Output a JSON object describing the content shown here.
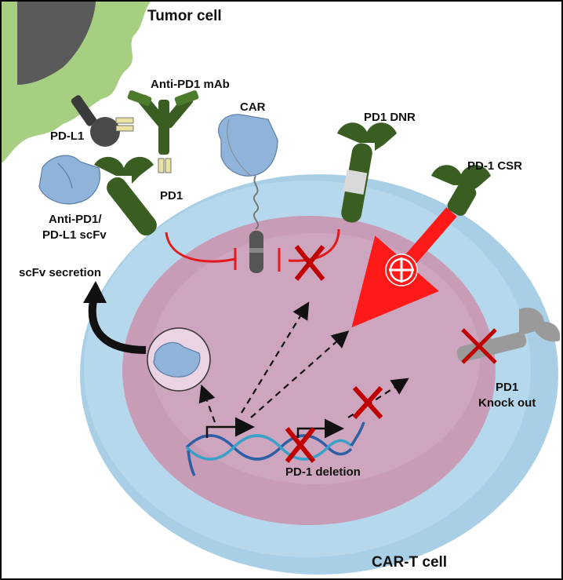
{
  "labels": {
    "tumor_cell": "Tumor cell",
    "anti_pd1_mab": "Anti-PD1 mAb",
    "car": "CAR",
    "pd1_dnr": "PD1 DNR",
    "pd_l1": "PD-L1",
    "pd1_csr": "PD-1 CSR",
    "pd1": "PD1",
    "scfv_line1": "Anti-PD1/",
    "scfv_line2": "PD-L1 scFv",
    "scfv_secretion": "scFv secretion",
    "knockout_line1": "PD1",
    "knockout_line2": "Knock out",
    "pd1_deletion": "PD-1 deletion",
    "car_t_cell": "CAR-T cell"
  },
  "colors": {
    "tumor_green": "#a6cf82",
    "receptor_dark_green": "#3a5e22",
    "cell_membrane_blue": "#a9cfe6",
    "cytoplasm_pink": "#c89cb7",
    "scfv_blue": "#8fb3d9",
    "inhibition_red": "#e11b1b",
    "csr_red": "#ff1a1a",
    "cross_dark_red": "#c00000",
    "knockout_gray": "#9a9a9a",
    "dna_blue": "#2e5fa6",
    "dna_teal": "#3aa0c8"
  }
}
